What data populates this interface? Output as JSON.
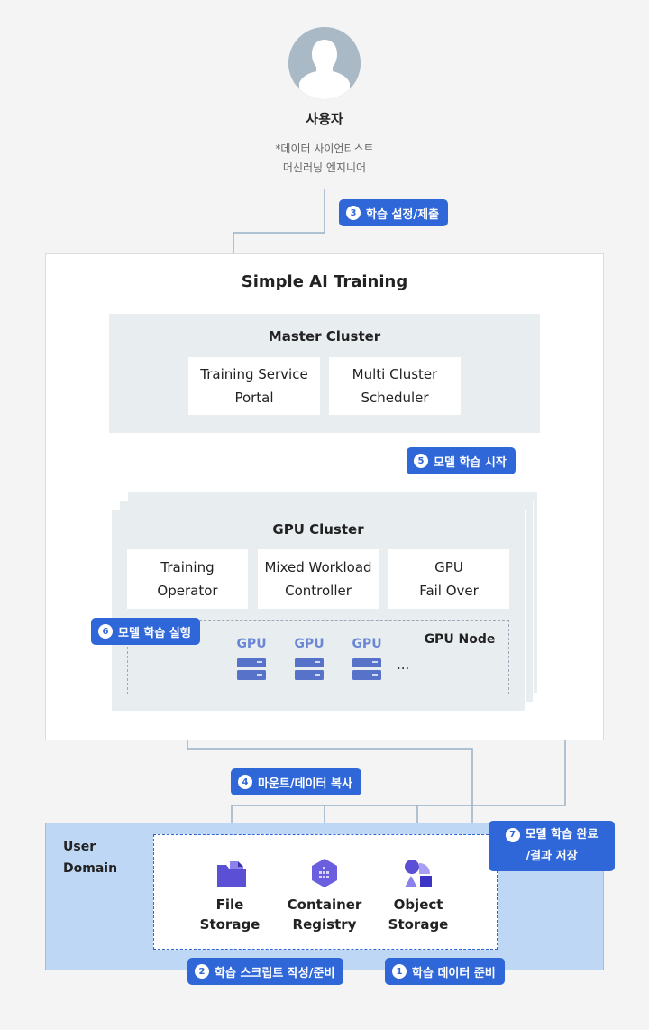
{
  "user": {
    "title": "사용자",
    "subtitle_line1": "*데이터 사이언티스트",
    "subtitle_line2": "머신러닝 엔지니어"
  },
  "steps": {
    "s3": {
      "num": "3",
      "label": "학습 설정/제출"
    },
    "s5": {
      "num": "5",
      "label": "모델 학습 시작"
    },
    "s6": {
      "num": "6",
      "label": "모델 학습 실행"
    },
    "s4": {
      "num": "4",
      "label": "마운트/데이터 복사"
    },
    "s7": {
      "num": "7",
      "label_line1": "모델 학습 완료",
      "label_line2": "/결과 저장"
    },
    "s2": {
      "num": "2",
      "label": "학습 스크립트 작성/준비"
    },
    "s1": {
      "num": "1",
      "label": "학습 데이터 준비"
    }
  },
  "main": {
    "title": "Simple AI Training",
    "master_cluster": {
      "title": "Master Cluster",
      "portal_line1": "Training Service",
      "portal_line2": "Portal",
      "scheduler_line1": "Multi Cluster",
      "scheduler_line2": "Scheduler"
    },
    "gpu_cluster": {
      "title": "GPU Cluster",
      "operator_line1": "Training",
      "operator_line2": "Operator",
      "mixed_line1": "Mixed Workload",
      "mixed_line2": "Controller",
      "failover_line1": "GPU",
      "failover_line2": "Fail Over",
      "node_label": "GPU Node",
      "gpu_labels": [
        "GPU",
        "GPU",
        "GPU"
      ],
      "ellipsis": "..."
    }
  },
  "user_domain": {
    "label_line1": "User",
    "label_line2": "Domain",
    "storages": [
      {
        "line1": "File",
        "line2": "Storage",
        "icon": "folder-icon"
      },
      {
        "line1": "Container",
        "line2": "Registry",
        "icon": "container-registry-icon"
      },
      {
        "line1": "Object",
        "line2": "Storage",
        "icon": "object-storage-icon"
      }
    ]
  },
  "colors": {
    "badge": "#2f67d8",
    "connector": "#9ab2c6",
    "cluster_bg": "#e8eef0",
    "user_domain_bg": "#bed7f5",
    "gpu_text": "#6a86d6",
    "storage_icon": "#5b4fd6"
  }
}
